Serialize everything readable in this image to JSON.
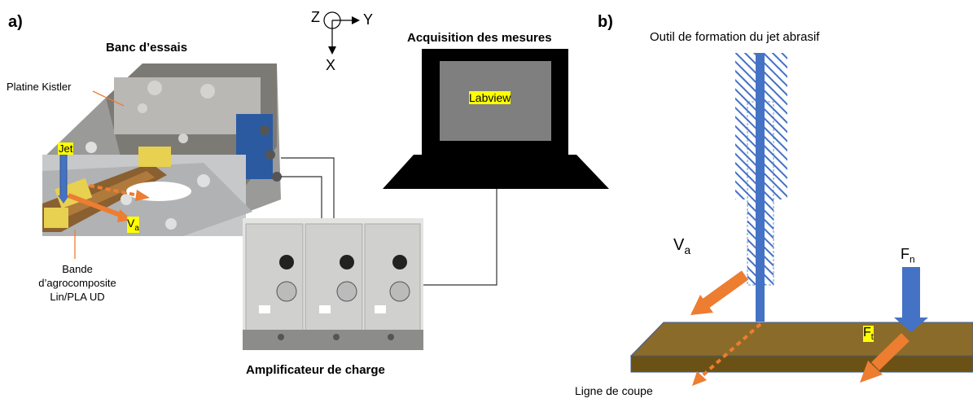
{
  "panel_a": {
    "tag": "a)",
    "bench_title": "Banc d’essais",
    "platine_label": "Platine Kistler",
    "jet_label": "Jet",
    "va_main": "V",
    "va_sub": "a",
    "strip_label_lines": [
      "Bande",
      "d’agrocomposite",
      "Lin/PLA UD"
    ],
    "amp_title": "Amplificateur de charge",
    "acq_title": "Acquisition des mesures",
    "screen_label": "Labview",
    "axis_z": "Z",
    "axis_y": "Y",
    "axis_x": "X"
  },
  "panel_b": {
    "tag": "b)",
    "tool_title": "Outil de formation du jet abrasif",
    "va_main": "V",
    "va_sub": "a",
    "fn_main": "F",
    "fn_sub": "n",
    "ft_main": "F",
    "ft_sub": "t",
    "cut_line_label": "Ligne de coupe"
  },
  "colors": {
    "jet_blue": "#4472c4",
    "arrow_orange": "#ed7d31",
    "plate_top": "#8b6b2a",
    "plate_front": "#6b5214",
    "highlight": "#ffff00",
    "screen_grey": "#7f7f7f"
  }
}
